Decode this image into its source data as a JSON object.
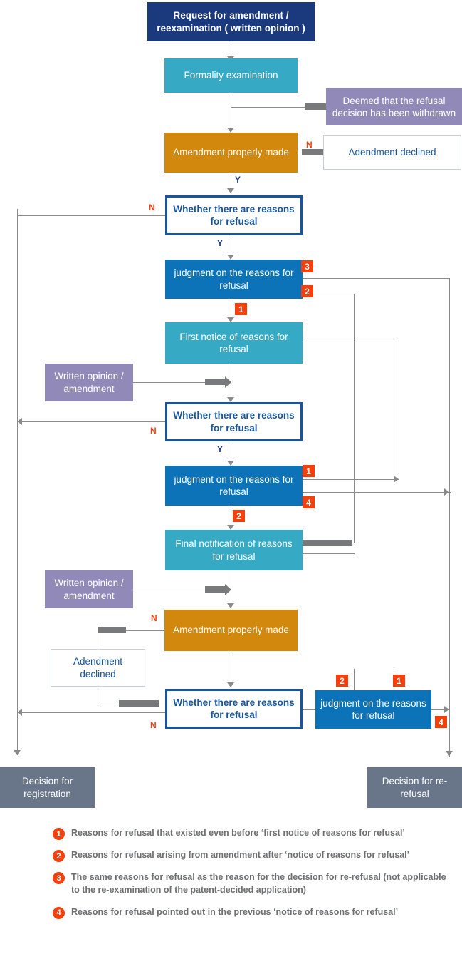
{
  "nodes": {
    "request": "Request for amendment / reexamination ( written opinion )",
    "formality": "Formality examination",
    "withdrawn": "Deemed that the refusal decision has been withdrawn",
    "amendment1": "Amendment properly made",
    "declined1": "Adendment declined",
    "whether1": "Whether there are reasons for refusal",
    "judgment1": "judgment on the reasons for refusal",
    "firstnotice": "First notice of reasons for refusal",
    "written1": "Written opinion  / amendment",
    "whether2": "Whether there are reasons for refusal",
    "judgment2": "judgment on the reasons for refusal",
    "finalnotice": "Final notification of reasons for refusal",
    "written2": "Written opinion  / amendment",
    "amendment2": "Amendment properly made",
    "declined2": "Adendment declined",
    "whether3": "Whether there are reasons for refusal",
    "judgment3": "judgment on the reasons for refusal",
    "registration": "Decision for registration",
    "rerefusal": "Decision for re-refusal"
  },
  "labels": {
    "y": "Y",
    "n": "N"
  },
  "badges": {
    "one": "1",
    "two": "2",
    "three": "3",
    "four": "4"
  },
  "legend": [
    {
      "num": "1",
      "text": "Reasons for refusal  that existed even before ‘first notice of reasons for refusal’"
    },
    {
      "num": "2",
      "text": "Reasons for refusal arising from amendment after ‘notice of reasons for refusal’"
    },
    {
      "num": "3",
      "text": "The same reasons for refusal as the reason for the decision for re-refusal (not applicable to the re-examination of the patent-decided application)"
    },
    {
      "num": "4",
      "text": "Reasons for refusal pointed out in the previous ‘notice of reasons for refusal’"
    }
  ],
  "colors": {
    "navy": "#1b3a7e",
    "teal": "#36a9c4",
    "orange": "#d2880c",
    "blue": "#0c73b8",
    "purple": "#9189b8",
    "slate": "#69768a",
    "badge": "#f4400c",
    "line": "#8a8a8a",
    "outline": "#18559e"
  }
}
